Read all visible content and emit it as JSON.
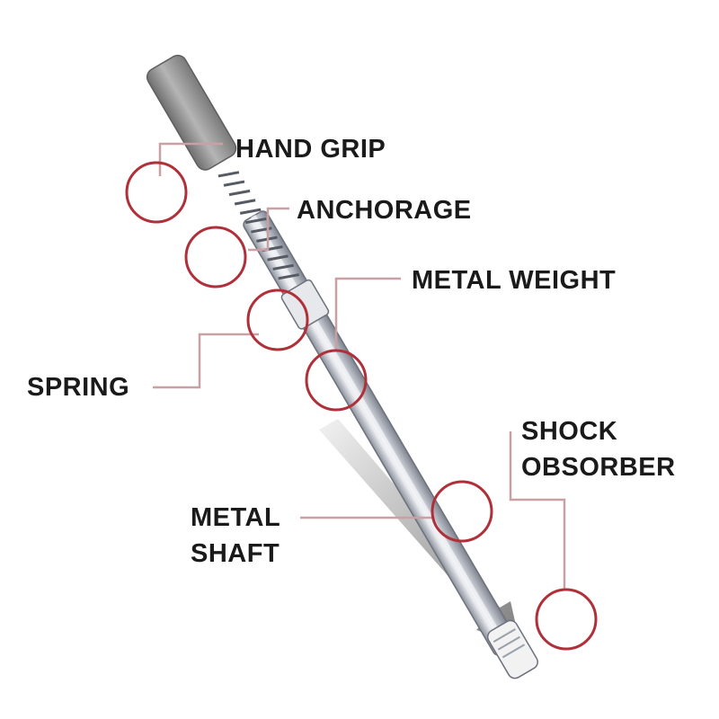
{
  "labels": {
    "hand_grip": "HAND GRIP",
    "anchorage": "ANCHORAGE",
    "metal_weight": "METAL WEIGHT",
    "spring": "SPRING",
    "shock_line1": "SHOCK",
    "shock_line2": "OBSORBER",
    "shaft_line1": "METAL",
    "shaft_line2": "SHAFT"
  },
  "colors": {
    "callout": "#b0303a",
    "leader": "#c9a0a4",
    "text": "#1a1a1a",
    "arrow": "#8f8f8f",
    "grip": "#9a9a9a",
    "shaft": "#c8ccd4"
  }
}
